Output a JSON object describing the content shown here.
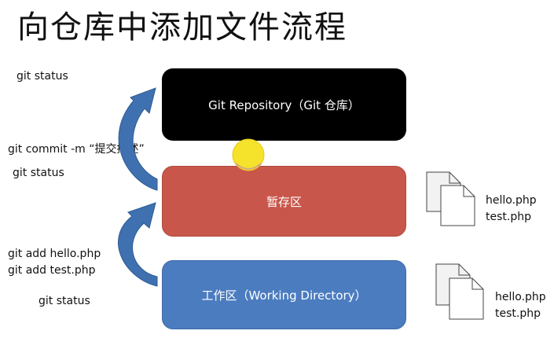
{
  "title": "向仓库中添加文件流程",
  "commands": {
    "git_status_top": "git status",
    "git_commit": "git commit -m “提交描述”",
    "git_status_mid": "git status",
    "git_add_hello": "git add hello.php",
    "git_add_test": "git add test.php",
    "git_status_bottom": "git status"
  },
  "boxes": {
    "repository": "Git Repository（Git 仓库）",
    "staging": "暂存区",
    "working": "工作区（Working Directory）"
  },
  "staging_files": [
    "hello.php",
    "test.php"
  ],
  "working_files": [
    "hello.php",
    "test.php"
  ],
  "colors": {
    "repository": "#000000",
    "staging": "#c9564a",
    "working": "#4b7cc0",
    "arrow": "#3f71b1",
    "highlight": "#f5e22a"
  }
}
